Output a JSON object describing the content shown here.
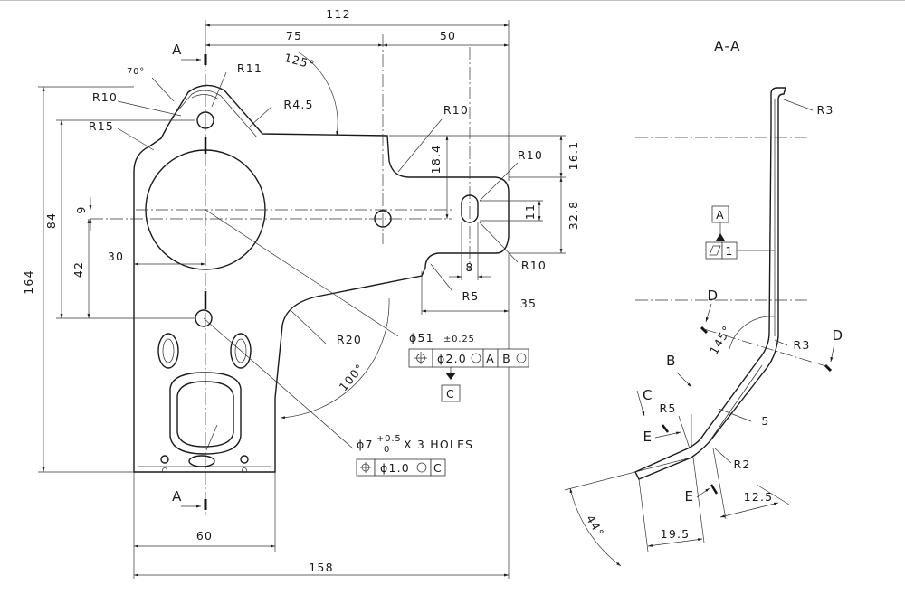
{
  "dimensions": {
    "overall_width": "158",
    "top_width": "112",
    "top_left": "75",
    "top_right": "50",
    "overall_height": "164",
    "height_84": "84",
    "height_42": "42",
    "height_9": "9",
    "offset_30": "30",
    "bottom_60": "60",
    "right_16_1": "16.1",
    "right_32_8": "32.8",
    "right_11": "11",
    "right_18_4": "18.4",
    "slot_8": "8",
    "right_35": "35"
  },
  "angles": {
    "a70": "70°",
    "a125": "125°",
    "a100": "100°",
    "a145": "145°",
    "a44": "44°"
  },
  "radii": {
    "r10_top": "R10",
    "r15": "R15",
    "r11": "R11",
    "r4_5": "R4.5",
    "r10_notch": "R10",
    "r10_slot_top": "R10",
    "r10_slot_bottom": "R10",
    "r5": "R5",
    "r20": "R20"
  },
  "hole_callout": {
    "diameter": "ϕ51",
    "tolerance": "±0.25",
    "fcf_tol": "ϕ2.0",
    "datum_a": "A",
    "datum_b": "B",
    "datum_c": "C"
  },
  "holes_callout": {
    "text": "ϕ7",
    "tol_upper": "+0.5",
    "tol_lower": "0",
    "suffix": "X 3 HOLES",
    "fcf_tol": "ϕ1.0",
    "datum": "C"
  },
  "section_marks": {
    "a_top": "A",
    "a_bottom": "A"
  },
  "section_view": {
    "title": "A-A",
    "r3_top": "R3",
    "r3_mid": "R3",
    "r5": "R5",
    "r2": "R2",
    "dim_5": "5",
    "dim_12_5": "12.5",
    "dim_19_5": "19.5",
    "datum_a": "A",
    "flatness_value": "1",
    "label_b": "B",
    "label_c": "C",
    "label_d1": "D",
    "label_d2": "D",
    "label_e1": "E",
    "label_e2": "E"
  }
}
